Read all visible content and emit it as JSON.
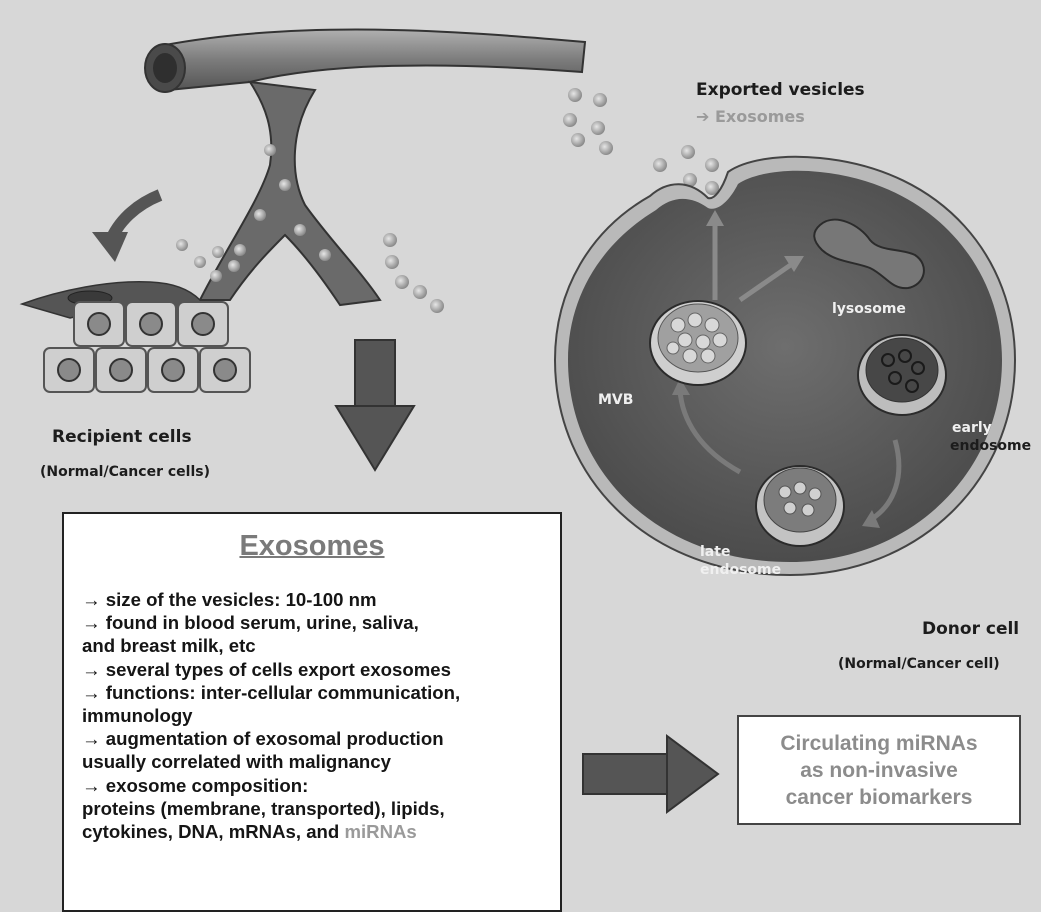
{
  "labels": {
    "exported_vesicles": "Exported vesicles",
    "exosomes_arrow": "➔ Exosomes",
    "lysosome": "lysosome",
    "mvb": "MVB",
    "early_endosome_1": "early",
    "early_endosome_2": "endosome",
    "late_endosome_1": "late",
    "late_endosome_2": "endosome",
    "donor_cell": "Donor cell",
    "donor_cell_sub": "(Normal/Cancer cell)",
    "recipient_cells": "Recipient cells",
    "recipient_cells_sub": "(Normal/Cancer cells)"
  },
  "info_box": {
    "title": "Exosomes",
    "lines": [
      "→ size of the vesicles: 10-100 nm",
      "→ found in blood serum, urine, saliva,",
      "and breast milk, etc",
      "→ several types of cells export exosomes",
      "→ functions: inter-cellular communication,",
      "immunology",
      "→ augmentation of exosomal production",
      "usually correlated with malignancy",
      "→ exosome composition:",
      "proteins (membrane, transported), lipids,",
      "cytokines, DNA, mRNAs, and"
    ],
    "highlight": "miRNAs"
  },
  "markers_box": {
    "lines": [
      "Circulating miRNAs",
      "as non-invasive",
      "cancer biomarkers"
    ]
  },
  "colors": {
    "background": "#d7d7d7",
    "vessel": "#8a8a8a",
    "cell_body": "#5f5f5f",
    "arrow": "#5a5a5a",
    "highlight_text": "#9a9a9a"
  }
}
